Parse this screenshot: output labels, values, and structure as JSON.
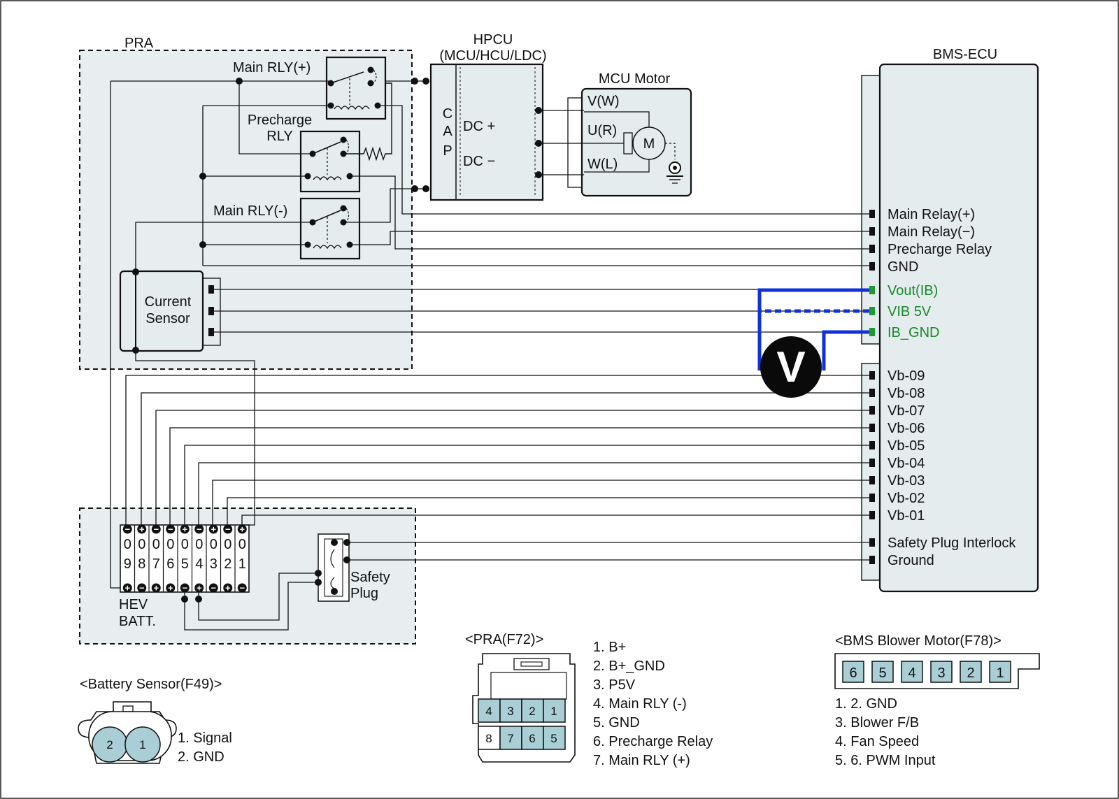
{
  "diagram": {
    "pra": {
      "title": "PRA"
    },
    "hpcu": {
      "title_line1": "HPCU",
      "title_line2": "(MCU/HCU/LDC)",
      "cap": [
        "C",
        "A",
        "P"
      ],
      "dc_plus": "DC +",
      "dc_minus": "DC −"
    },
    "mcu_motor": {
      "title": "MCU Motor",
      "phases": [
        "V(W)",
        "U(R)",
        "W(L)"
      ],
      "motor_symbol": "M"
    },
    "relays": {
      "main_plus": "Main RLY(+)",
      "precharge_line1": "Precharge",
      "precharge_line2": "RLY",
      "main_minus": "Main RLY(-)"
    },
    "current_sensor": {
      "line1": "Current",
      "line2": "Sensor"
    },
    "bms_ecu": {
      "title": "BMS-ECU",
      "relay_pins": [
        "Main Relay(+)",
        "Main Relay(−)",
        "Precharge Relay",
        "GND"
      ],
      "sensor_pins": [
        "Vout(IB)",
        "VIB 5V",
        "IB_GND"
      ],
      "voltage_pins": [
        "Vb-09",
        "Vb-08",
        "Vb-07",
        "Vb-06",
        "Vb-05",
        "Vb-04",
        "Vb-03",
        "Vb-02",
        "Vb-01"
      ],
      "plug_pins": [
        "Safety Plug Interlock",
        "Ground"
      ]
    },
    "voltmeter": "V",
    "battery": {
      "label_line1": "HEV",
      "label_line2": "BATT.",
      "cells": [
        {
          "top": "−",
          "d1": "0",
          "d2": "9",
          "bottom": "+"
        },
        {
          "top": "+",
          "d1": "0",
          "d2": "8",
          "bottom": "−"
        },
        {
          "top": "−",
          "d1": "0",
          "d2": "7",
          "bottom": "+"
        },
        {
          "top": "−",
          "d1": "0",
          "d2": "6",
          "bottom": "+"
        },
        {
          "top": "+",
          "d1": "0",
          "d2": "5",
          "bottom": "−"
        },
        {
          "top": "−",
          "d1": "0",
          "d2": "4",
          "bottom": "+"
        },
        {
          "top": "+",
          "d1": "0",
          "d2": "3",
          "bottom": "−"
        },
        {
          "top": "−",
          "d1": "0",
          "d2": "2",
          "bottom": "+"
        },
        {
          "top": "+",
          "d1": "0",
          "d2": "1",
          "bottom": "−"
        }
      ]
    },
    "safety_plug": {
      "line1": "Safety",
      "line2": "Plug"
    }
  },
  "connectors": {
    "battery_sensor": {
      "title": "<Battery Sensor(F49)>",
      "pins": [
        "2",
        "1"
      ],
      "legend": [
        "1. Signal",
        "2. GND"
      ]
    },
    "pra_f72": {
      "title": "<PRA(F72)>",
      "top_row": [
        "4",
        "3",
        "2",
        "1"
      ],
      "bottom_row": [
        "8",
        "7",
        "6",
        "5"
      ],
      "legend": [
        "1. B+",
        "2. B+_GND",
        "3. P5V",
        "4. Main RLY (-)",
        "5. GND",
        "6. Precharge Relay",
        "7. Main RLY (+)"
      ]
    },
    "bms_blower": {
      "title": "<BMS Blower Motor(F78)>",
      "pins": [
        "6",
        "5",
        "4",
        "3",
        "2",
        "1"
      ],
      "legend": [
        "1. 2. GND",
        "3. Blower F/B",
        "4. Fan Speed",
        "5. 6. PWM Input"
      ]
    }
  }
}
